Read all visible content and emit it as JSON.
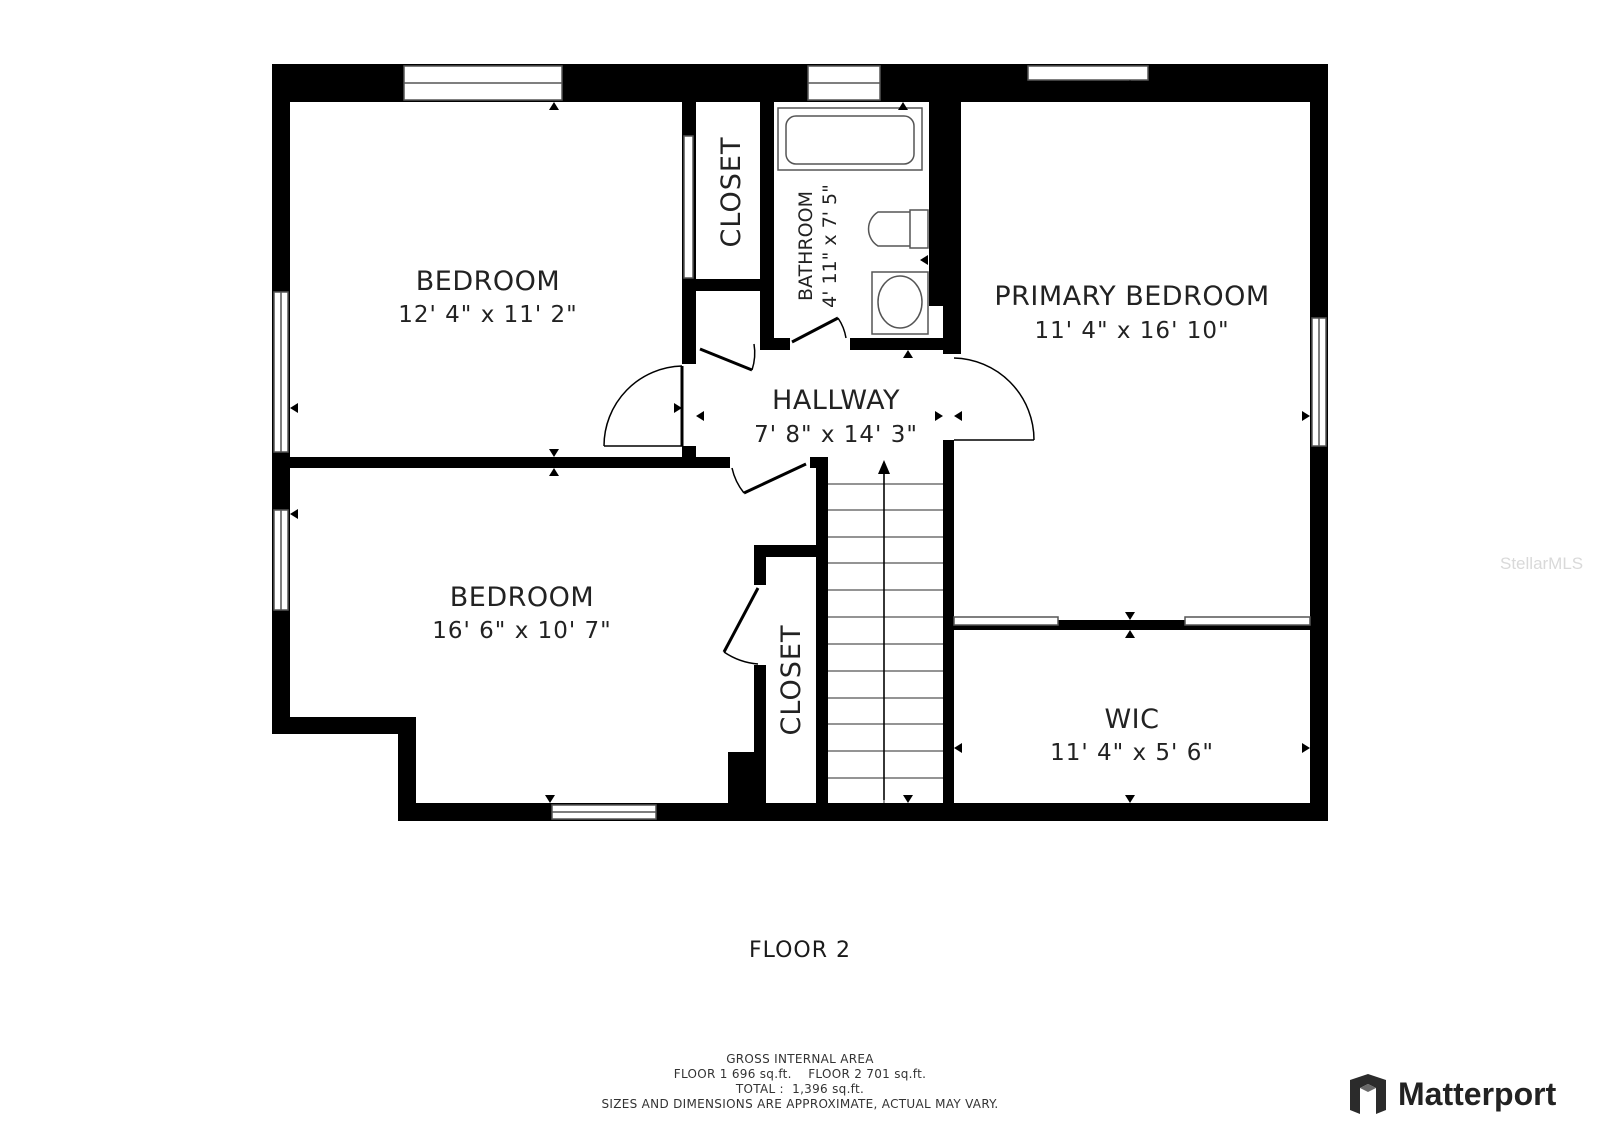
{
  "rooms": {
    "bedroom1": {
      "name": "BEDROOM",
      "dims": "12' 4\" x 11' 2\""
    },
    "bedroom2": {
      "name": "BEDROOM",
      "dims": "16' 6\" x 10' 7\""
    },
    "primary": {
      "name": "PRIMARY BEDROOM",
      "dims": "11' 4\" x 16' 10\""
    },
    "hallway": {
      "name": "HALLWAY",
      "dims": "7' 8\" x 14' 3\""
    },
    "wic": {
      "name": "WIC",
      "dims": "11' 4\" x 5' 6\""
    },
    "bathroom": {
      "name": "BATHROOM",
      "dims": "4' 11\" x 7' 5\""
    },
    "closet1": {
      "name": "CLOSET"
    },
    "closet2": {
      "name": "CLOSET"
    }
  },
  "floor_label": "FLOOR 2",
  "area": {
    "title": "GROSS INTERNAL AREA",
    "line1": "FLOOR 1 696 sq.ft.    FLOOR 2 701 sq.ft.",
    "line2": "TOTAL :  1,396 sq.ft.",
    "disclaimer": "SIZES AND DIMENSIONS ARE APPROXIMATE, ACTUAL MAY VARY."
  },
  "watermark": "StellarMLS",
  "brand": {
    "name": "Matterport"
  },
  "colors": {
    "wall": "#000000",
    "fixture": "#555555",
    "text": "#222222"
  }
}
